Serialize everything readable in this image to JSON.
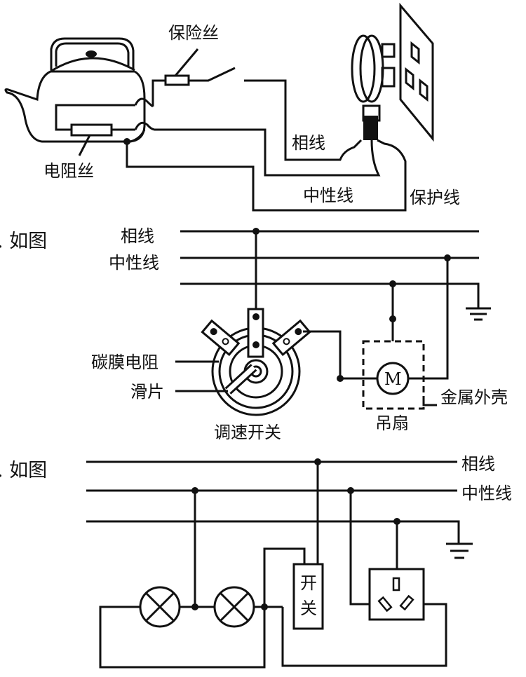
{
  "figure1": {
    "labels": {
      "fuse": "保险丝",
      "resistance_wire": "电阻丝",
      "phase_wire": "相线",
      "neutral_wire": "中性线",
      "protective_wire": "保护线"
    }
  },
  "figure2": {
    "prefix": ". 如图",
    "labels": {
      "phase_wire": "相线",
      "neutral_wire": "中性线",
      "carbon_film_resistor": "碳膜电阻",
      "slider": "滑片",
      "speed_switch": "调速开关",
      "motor": "M",
      "metal_case": "金属外壳",
      "ceiling_fan": "吊扇"
    }
  },
  "figure3": {
    "prefix": ". 如图",
    "labels": {
      "phase_wire": "相线",
      "neutral_wire": "中性线",
      "switch_line1": "开",
      "switch_line2": "关"
    }
  }
}
